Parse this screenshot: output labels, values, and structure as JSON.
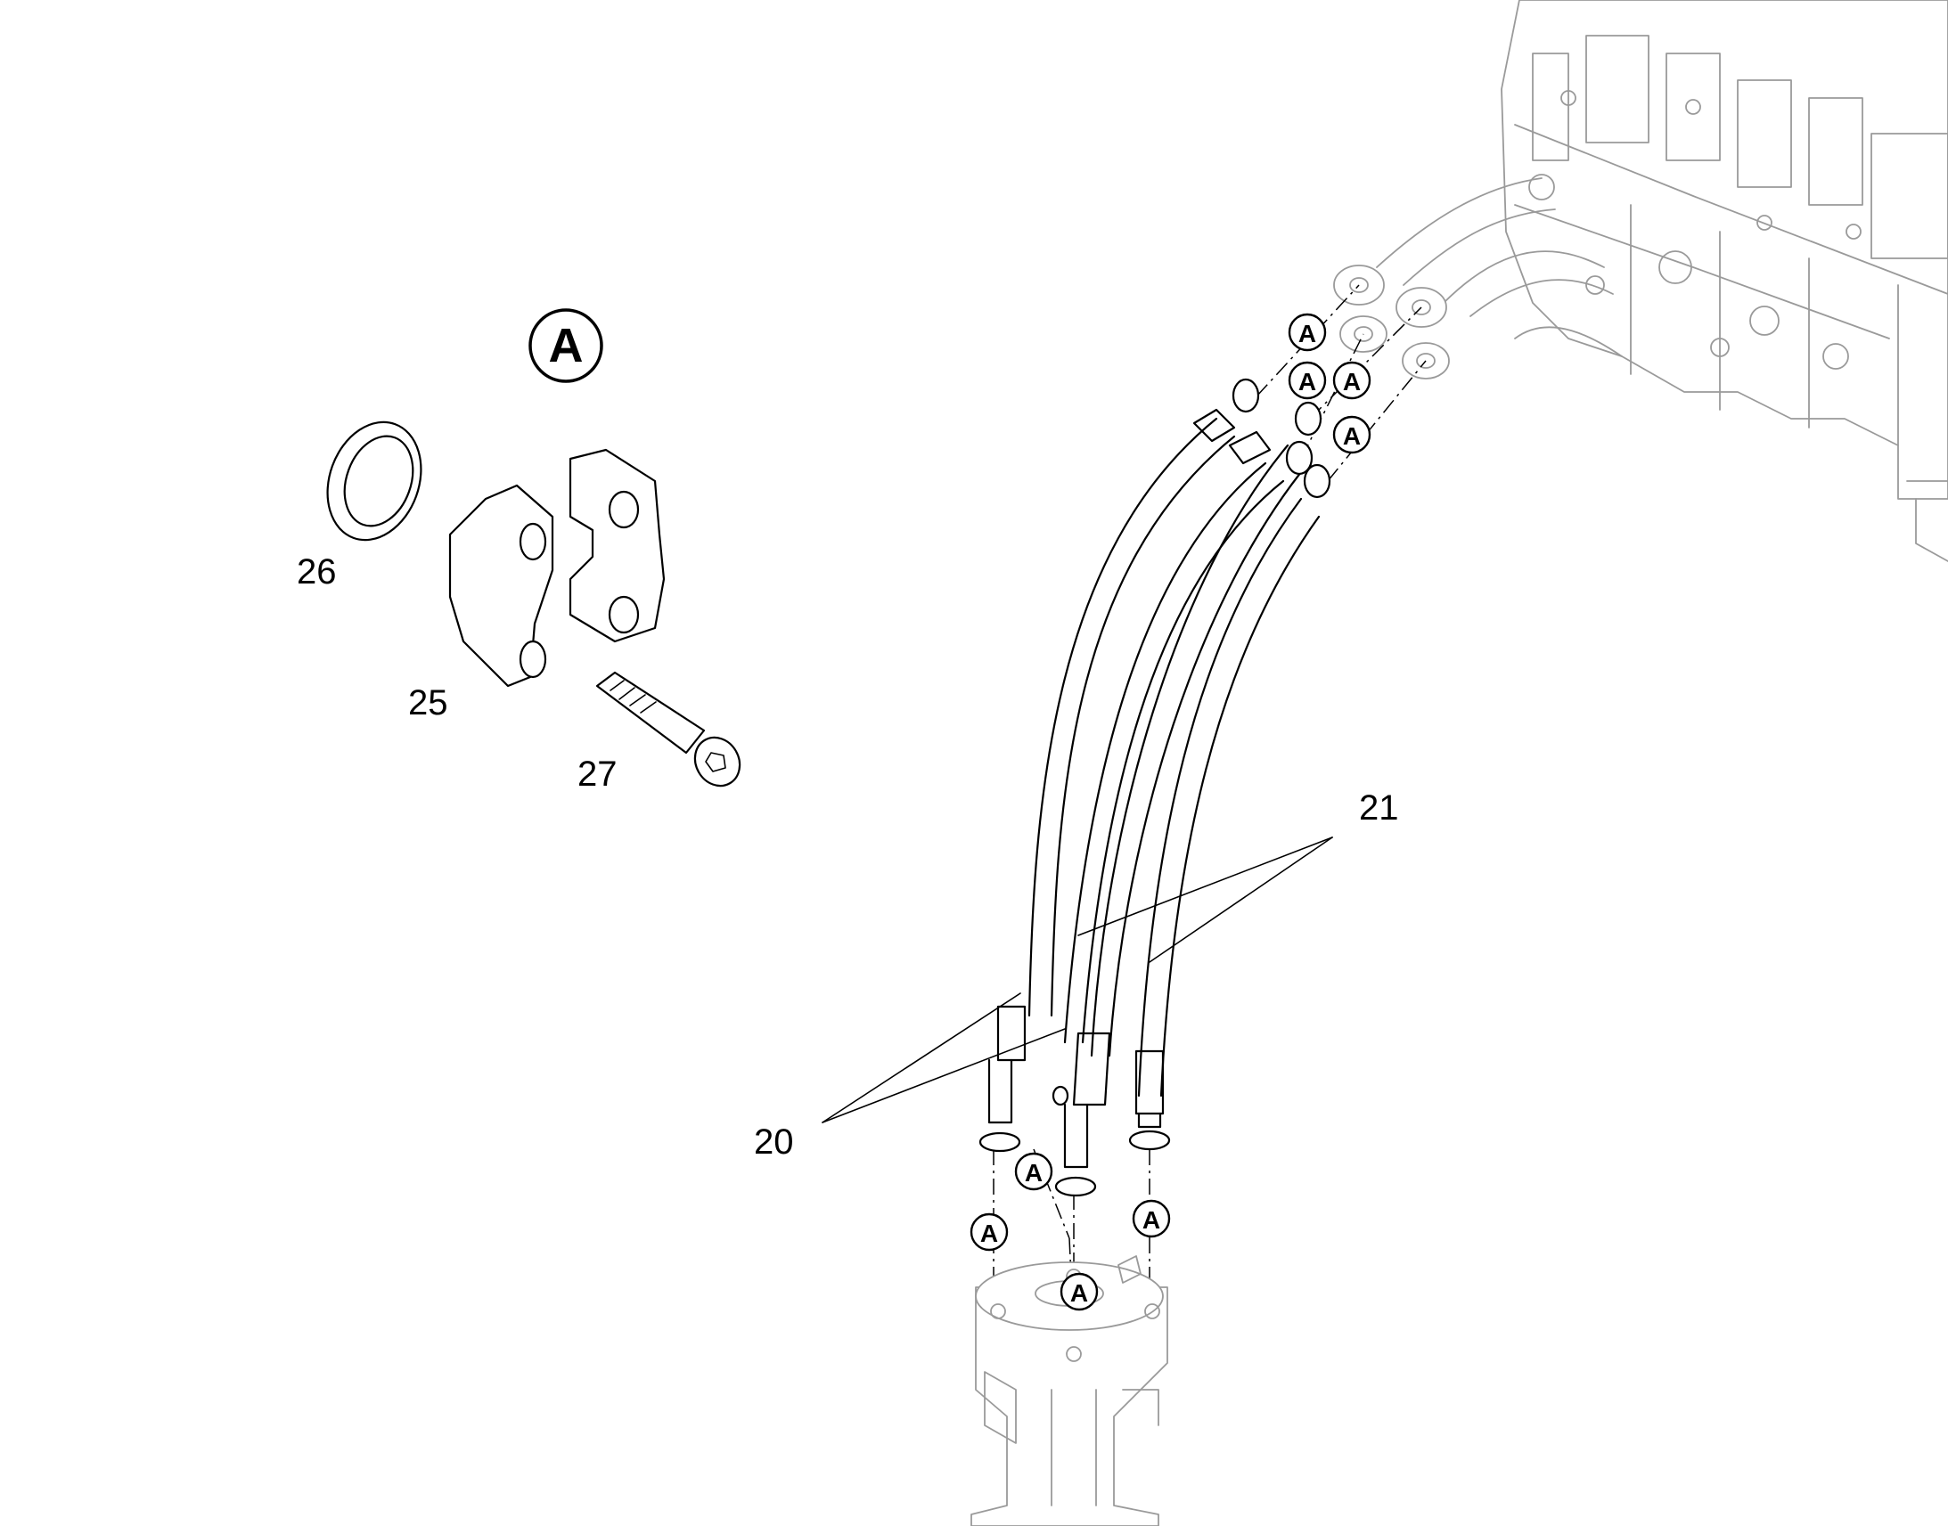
{
  "detail_label": "A",
  "connection_marker": "A",
  "parts": [
    {
      "number": "20"
    },
    {
      "number": "21"
    },
    {
      "number": "25"
    },
    {
      "number": "26"
    },
    {
      "number": "27"
    }
  ]
}
